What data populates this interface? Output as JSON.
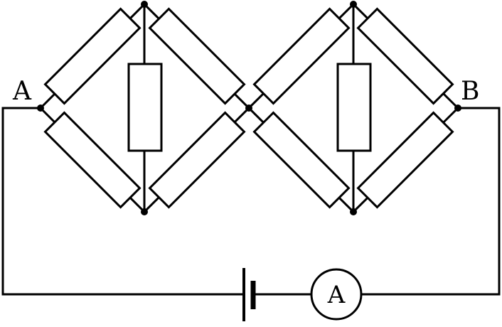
{
  "labels": {
    "node_a": "A",
    "node_b": "B",
    "ammeter": "A"
  },
  "colors": {
    "stroke": "#000000",
    "background": "#ffffff"
  }
}
